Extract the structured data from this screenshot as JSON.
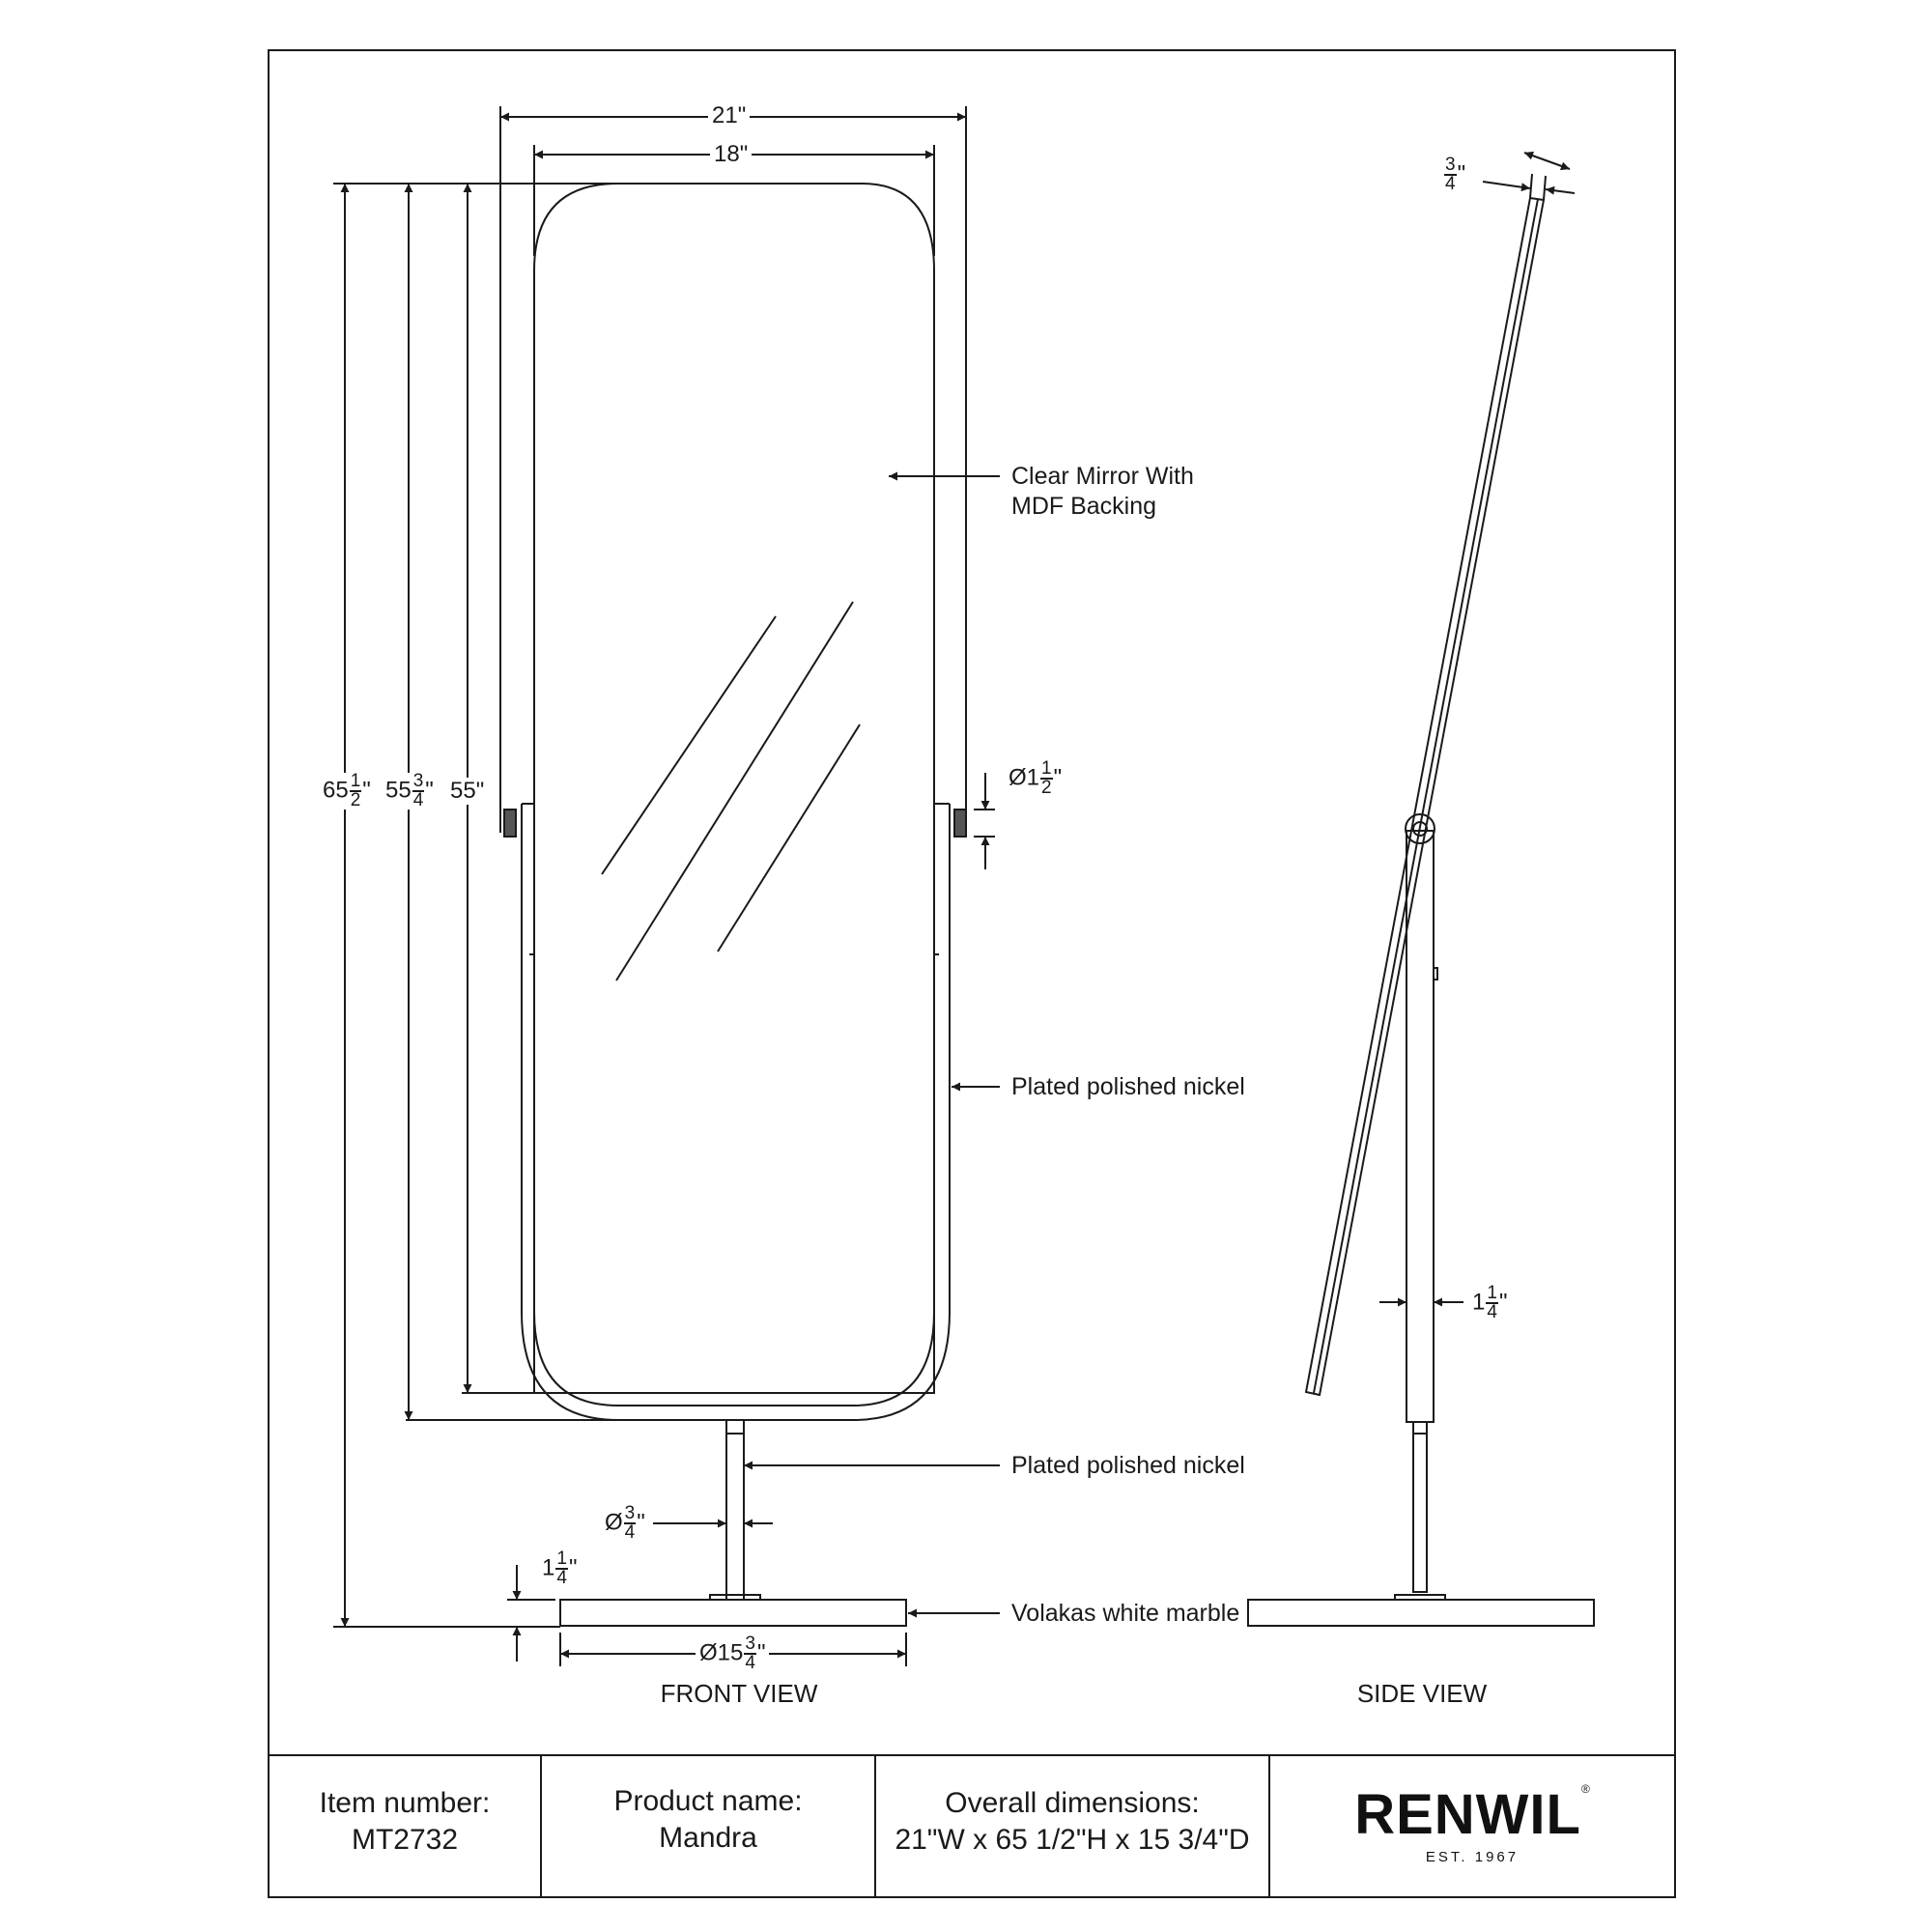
{
  "dimensions": {
    "overall_width": "21\"",
    "mirror_width": "18\"",
    "overall_height": {
      "whole": "65",
      "num": "1",
      "den": "2"
    },
    "mirror_frame_height": {
      "whole": "55",
      "num": "3",
      "den": "4"
    },
    "mirror_height": "55\"",
    "pivot_knob": {
      "prefix": "Ø1",
      "num": "1",
      "den": "2"
    },
    "post_diameter": {
      "prefix": "Ø",
      "num": "3",
      "den": "4"
    },
    "base_thickness": {
      "whole": "1",
      "num": "1",
      "den": "4"
    },
    "base_diameter": {
      "prefix": "Ø15",
      "num": "3",
      "den": "4"
    },
    "mirror_depth": {
      "num": "3",
      "den": "4"
    },
    "upright_width": {
      "whole": "1",
      "num": "1",
      "den": "4"
    }
  },
  "callouts": {
    "mirror_line1": "Clear Mirror With",
    "mirror_line2": "MDF Backing",
    "frame_finish": "Plated polished nickel",
    "post_finish": "Plated polished nickel",
    "base_material": "Volakas white marble"
  },
  "views": {
    "front": "FRONT VIEW",
    "side": "SIDE VIEW"
  },
  "title_block": {
    "item_label": "Item number:",
    "item_value": "MT2732",
    "product_label": "Product name:",
    "product_value": "Mandra",
    "dims_label": "Overall dimensions:",
    "dims_value": "21\"W x 65 1/2\"H x 15 3/4\"D",
    "brand": "RENWIL",
    "est": "EST. 1967"
  }
}
